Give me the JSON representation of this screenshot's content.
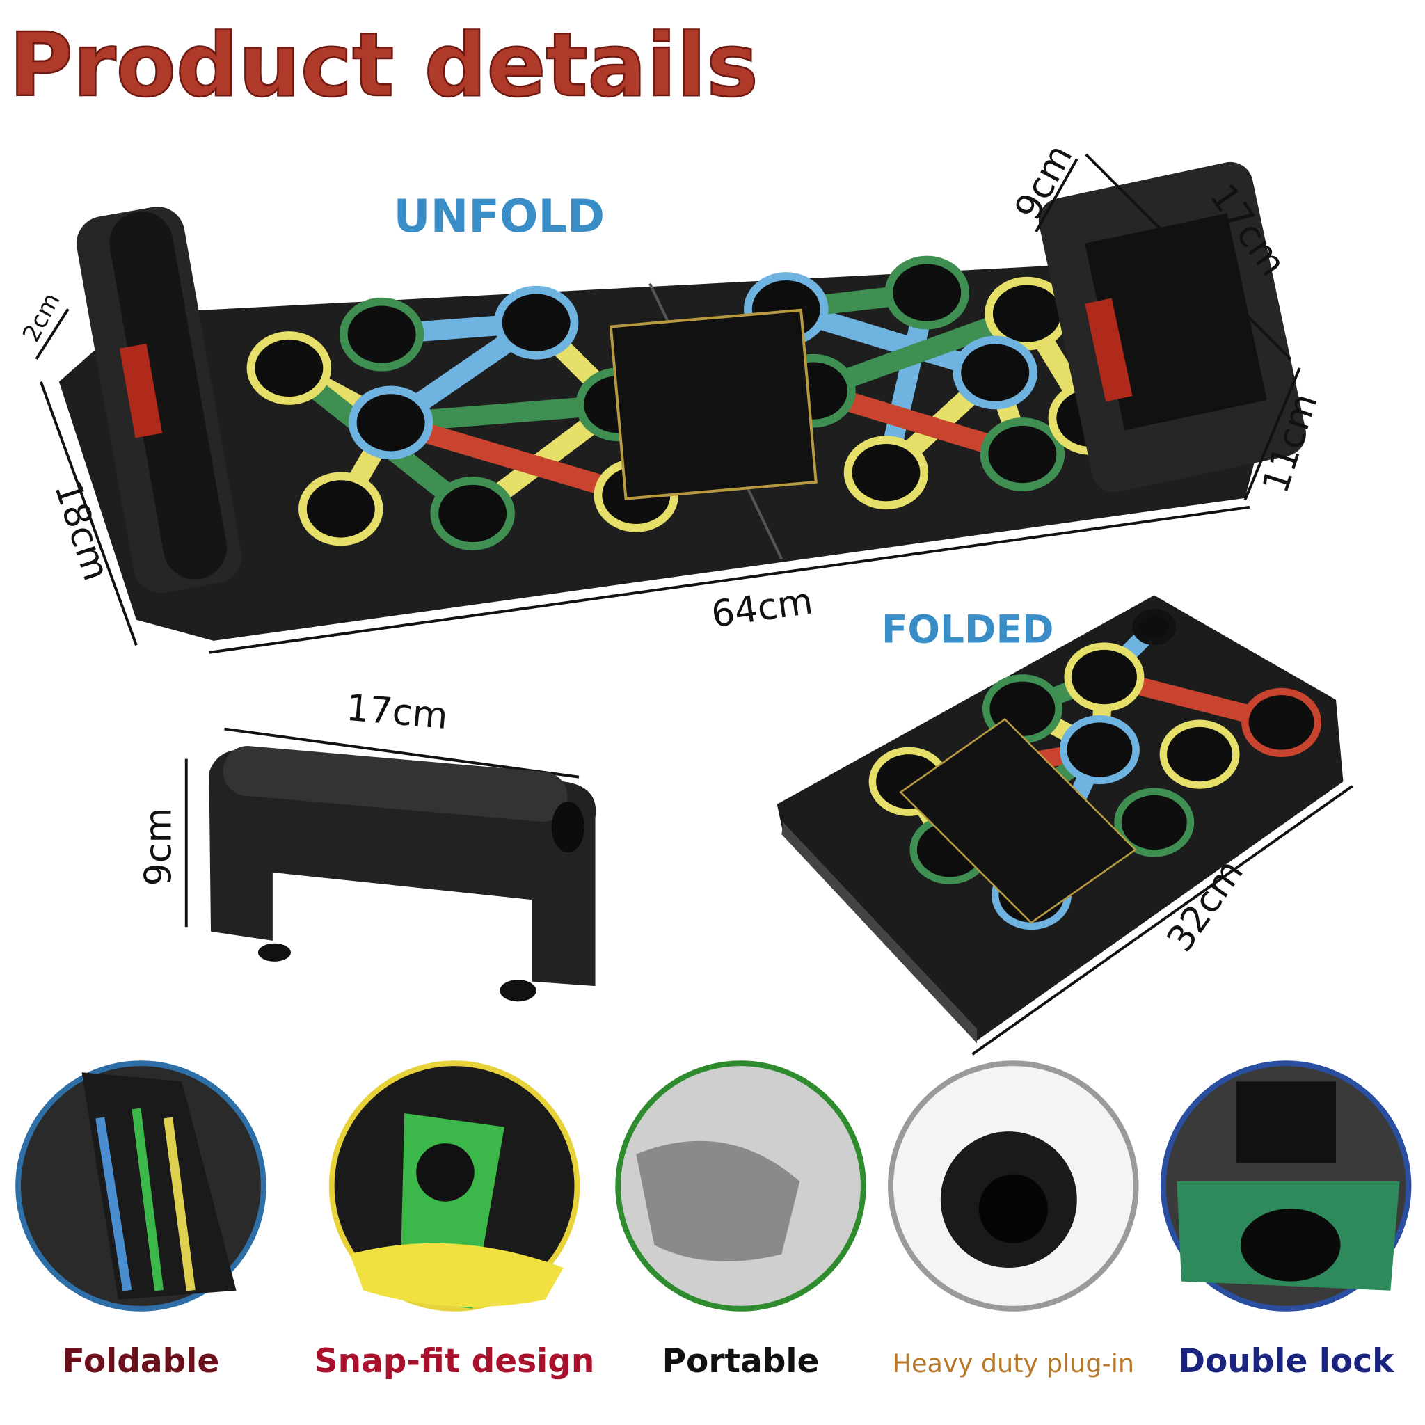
{
  "title": "Product details",
  "unfold_label": "UNFOLD",
  "folded_label": "FOLDED",
  "dimensions": {
    "unfold_height": "2cm",
    "unfold_width": "18cm",
    "unfold_length": "64cm",
    "handle_height_right": "9cm",
    "handle_length_right": "17cm",
    "board_end": "11cm",
    "handle_length": "17cm",
    "handle_height": "9cm",
    "folded_length": "32cm"
  },
  "features": [
    {
      "label": "Foldable",
      "color": "#6b0f1a",
      "ring": "#2f6fa8"
    },
    {
      "label": "Snap-fit design",
      "color": "#a8102c",
      "ring": "#e8d23a"
    },
    {
      "label": "Portable",
      "color": "#111111",
      "ring": "#2e8b2e"
    },
    {
      "label": "Heavy duty plug-in",
      "color": "#b8782a",
      "ring": "#9a9a9a"
    },
    {
      "label": "Double lock",
      "color": "#1a237e",
      "ring": "#2a4fa0"
    }
  ],
  "colors": {
    "yellow": "#e6e06a",
    "green": "#3f8f52",
    "blue": "#6fb3e0",
    "red": "#c8442e",
    "board": "#1e1e1e"
  }
}
